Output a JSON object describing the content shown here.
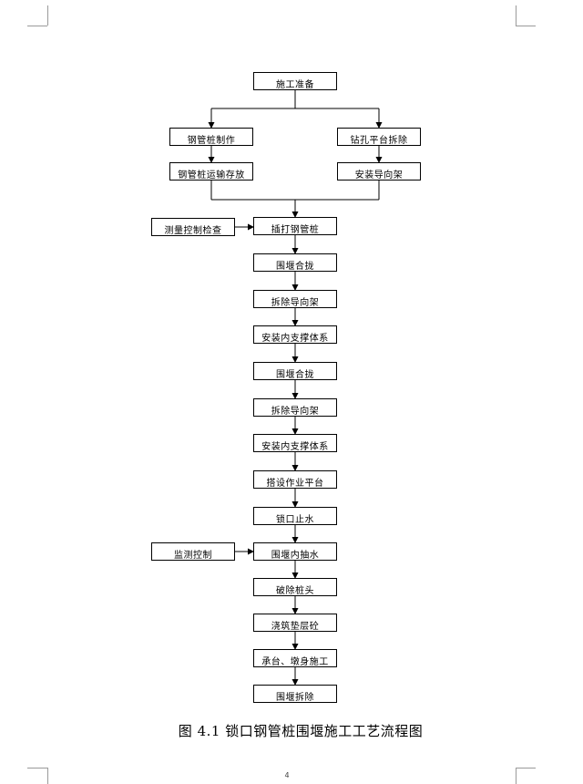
{
  "nodes": {
    "prep": "施工准备",
    "pile_make": "钢管桩制作",
    "platform_remove": "钻孔平台拆除",
    "pile_transport": "钢管桩运输存放",
    "guide_install": "安装导向架",
    "survey": "测量控制检查",
    "pile_drive": "插打钢管桩",
    "closure_1": "围堰合拢",
    "guide_remove_1": "拆除导向架",
    "brace_1": "安装内支撑体系",
    "closure_2": "围堰合拢",
    "guide_remove_2": "拆除导向架",
    "brace_2": "安装内支撑体系",
    "work_platform": "搭设作业平台",
    "lock_seal": "锁口止水",
    "monitor": "监测控制",
    "dewater": "围堰内抽水",
    "pile_head": "破除桩头",
    "cushion": "浇筑垫层砼",
    "cap_pier": "承台、墩身施工",
    "cofferdam_remove": "围堰拆除"
  },
  "caption": "图 4.1  锁口钢管桩围堰施工工艺流程图",
  "page_number": "4"
}
